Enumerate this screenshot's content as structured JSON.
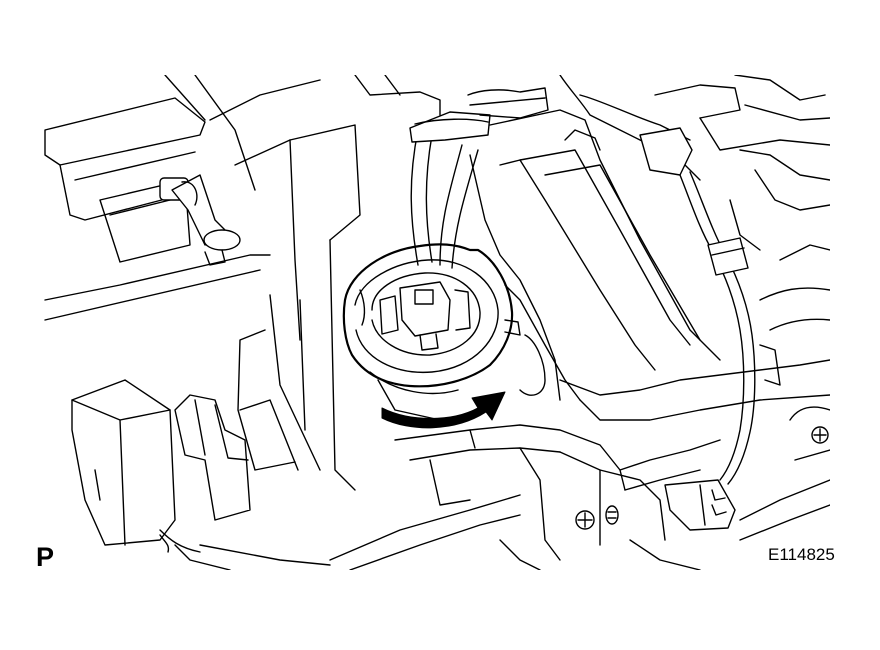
{
  "labels": {
    "corner_marker": "P",
    "figure_id": "E114825"
  },
  "diagram": {
    "style": "black line art on white",
    "arrow_direction": "clockwise"
  },
  "colors": {
    "line": "#000000",
    "background": "#ffffff"
  }
}
